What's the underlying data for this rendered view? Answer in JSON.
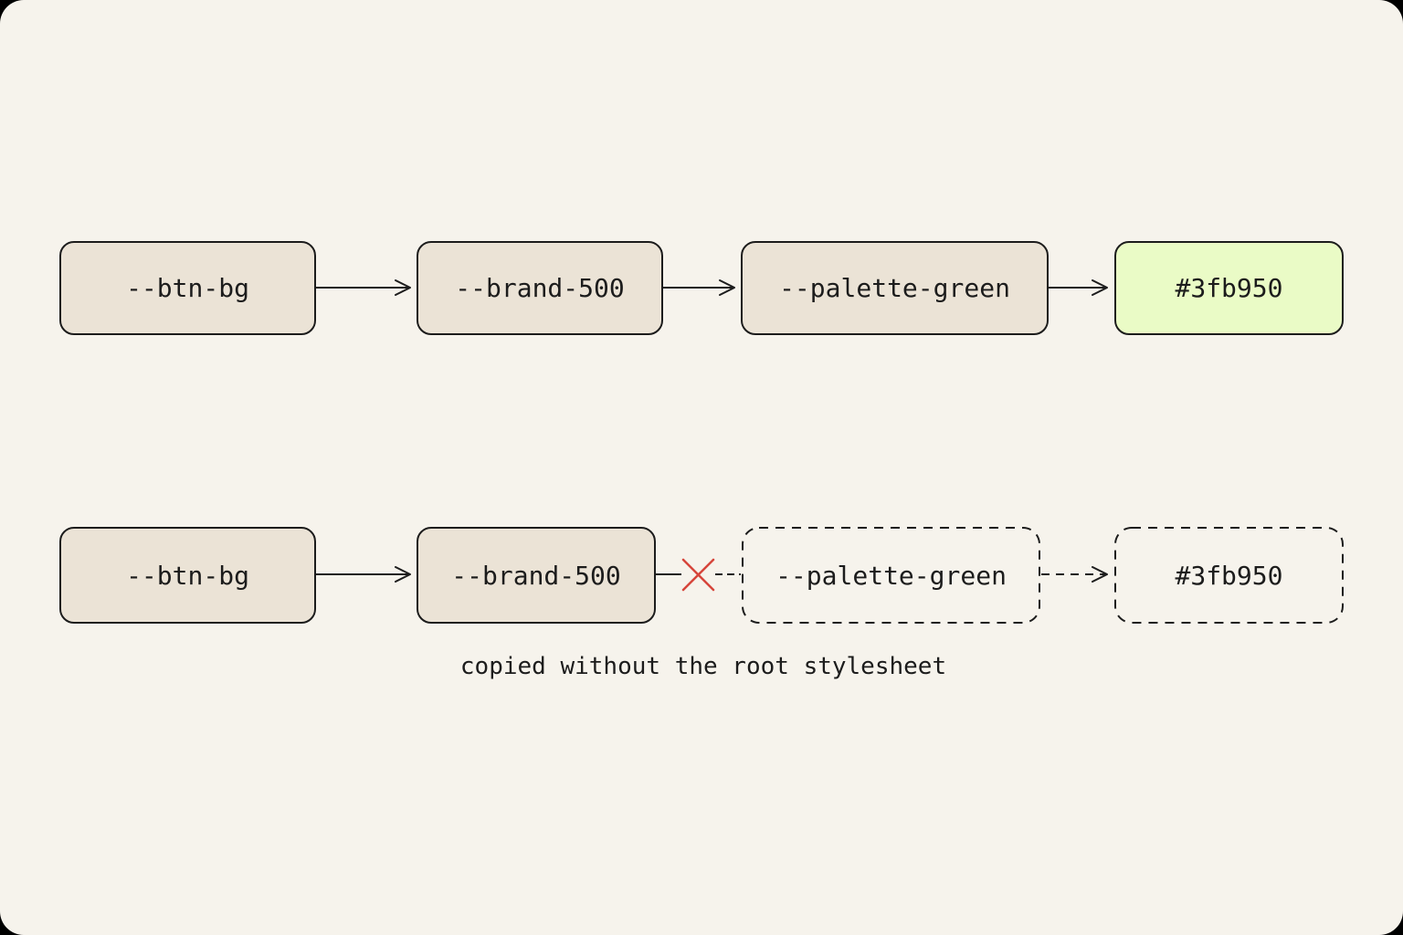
{
  "colors": {
    "background": "#f6f3ec",
    "node_fill": "#ebe3d6",
    "resolved_fill": "#eafbc6",
    "stroke": "#1c1c1c",
    "error": "#d6453b"
  },
  "rows": [
    {
      "nodes": [
        {
          "label": "--btn-bg"
        },
        {
          "label": "--brand-500"
        },
        {
          "label": "--palette-green"
        },
        {
          "label": "#3fb950"
        }
      ]
    },
    {
      "nodes": [
        {
          "label": "--btn-bg"
        },
        {
          "label": "--brand-500"
        },
        {
          "label": "--palette-green"
        },
        {
          "label": "#3fb950"
        }
      ],
      "broken_link_icon": "x-icon",
      "caption": "copied without the root stylesheet"
    }
  ]
}
